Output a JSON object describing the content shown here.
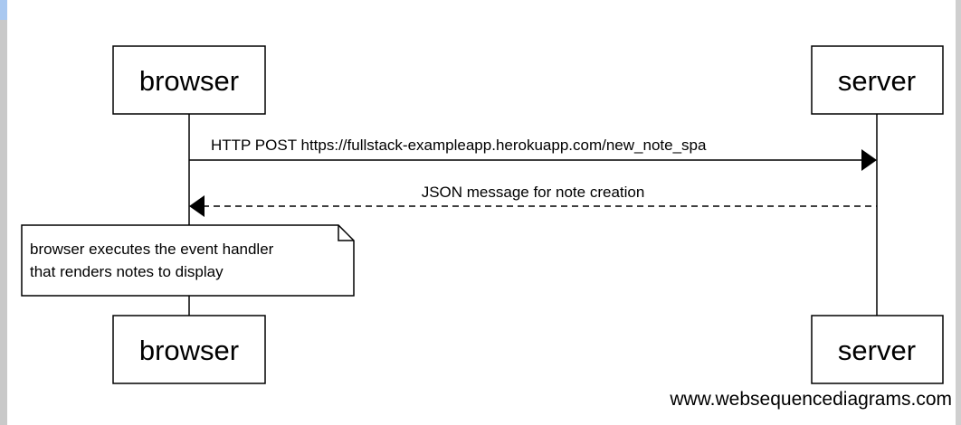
{
  "participants": {
    "left": "browser",
    "right": "server"
  },
  "messages": [
    {
      "label": "HTTP POST https://fullstack-exampleapp.herokuapp.com/new_note_spa",
      "from": "browser",
      "to": "server",
      "style": "solid"
    },
    {
      "label": "JSON message for note creation",
      "from": "server",
      "to": "browser",
      "style": "dashed"
    }
  ],
  "note": {
    "line1": "browser executes the event handler",
    "line2": "that renders notes to display"
  },
  "watermark": "www.websequencediagrams.com"
}
